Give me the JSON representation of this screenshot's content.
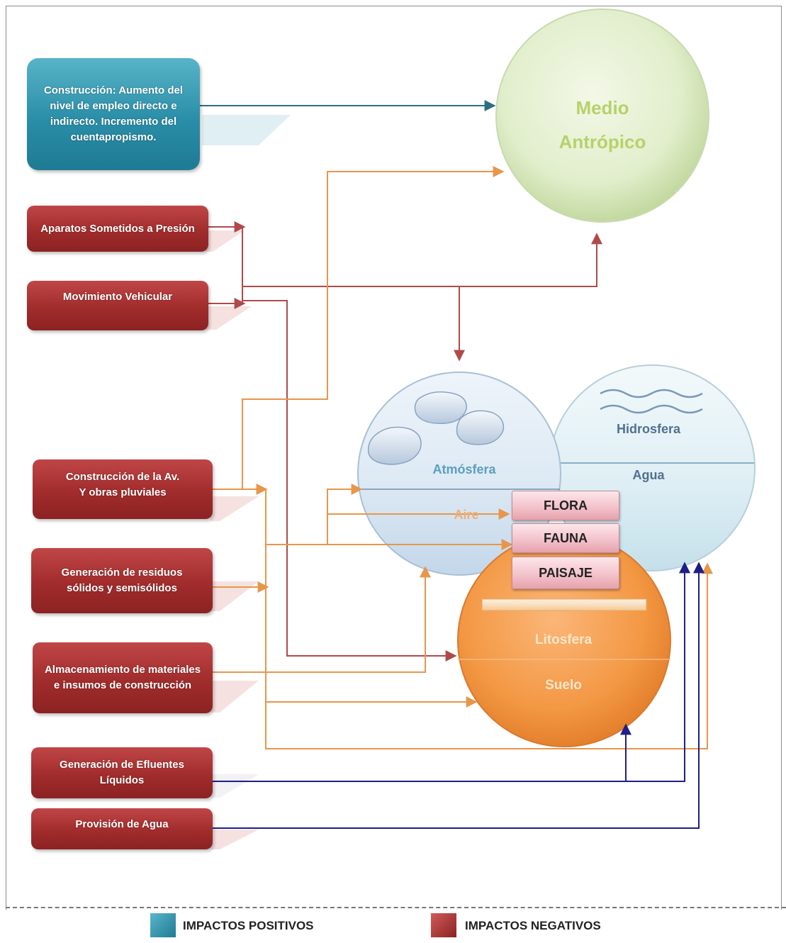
{
  "boxes": {
    "construccion_positivo": "Construcción: Aumento del nivel de empleo directo e indirecto. Incremento del cuentapropismo.",
    "aparatos": "Aparatos Sometidos a Presión",
    "movimiento": "Movimiento Vehicular",
    "construccion_av": "Construcción de la Av.",
    "construccion_av_sub": "Y obras pluviales",
    "residuos": "Generación de residuos sólidos y semisólidos",
    "almacenamiento": "Almacenamiento de materiales e insumos de construcción",
    "efluentes": "Generación de Efluentes Líquidos",
    "agua_provision": "Provisión de Agua"
  },
  "spheres": {
    "medio": "Medio Antrópico",
    "atmosfera": "Atmósfera",
    "aire": "Aire",
    "hidrosfera": "Hidrosfera",
    "agua": "Agua",
    "litosfera": "Litosfera",
    "suelo": "Suelo"
  },
  "tags": {
    "flora": "FLORA",
    "fauna": "FAUNA",
    "paisaje": "PAISAJE"
  },
  "legend": {
    "positivos": "IMPACTOS POSITIVOS",
    "negativos": "IMPACTOS NEGATIVOS"
  },
  "colors": {
    "positive": "#2a8ea8",
    "negative": "#a12c2c",
    "arrow_orange": "#e8964a",
    "arrow_red": "#b04a4a",
    "arrow_navy": "#1d1f86",
    "arrow_teal": "#2c6f82"
  }
}
